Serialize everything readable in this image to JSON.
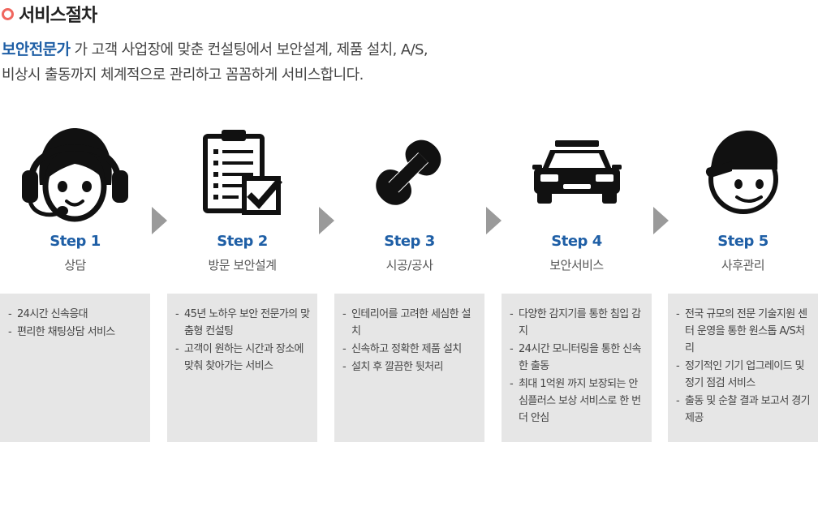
{
  "header": {
    "title": "서비스절차"
  },
  "intro": {
    "brand": "보안전문가",
    "line1_rest": " 가 고객 사업장에 맞춘 컨설팅에서 보안설계, 제품 설치, A/S,",
    "line2": "비상시 출동까지 체계적으로 관리하고 꼼꼼하게 서비스합니다."
  },
  "colors": {
    "accent": "#1f5fa6",
    "title_dot": "#f0665e",
    "box_bg": "#e6e6e6",
    "arrow": "#9a9a9a"
  },
  "steps": [
    {
      "no": "Step 1",
      "name": "상담",
      "icon": "headset-operator-icon",
      "items": [
        "24시간 신속응대",
        "편리한 채팅상담 서비스"
      ]
    },
    {
      "no": "Step 2",
      "name": "방문 보안설계",
      "icon": "checklist-clipboard-icon",
      "items": [
        "45년 노하우 보안 전문가의 맞춤형 컨설팅",
        "고객이 원하는 시간과 장소에 맞춰 찾아가는 서비스"
      ]
    },
    {
      "no": "Step 3",
      "name": "시공/공사",
      "icon": "wrench-icon",
      "items": [
        "인테리어를 고려한 세심한 설치",
        "신속하고 정확한 제품 설치",
        "설치 후 깔끔한 뒷처리"
      ]
    },
    {
      "no": "Step 4",
      "name": "보안서비스",
      "icon": "patrol-car-icon",
      "items": [
        "다양한 감지기를 통한 침입 감지",
        "24시간 모니터링을 통한 신속한 출동",
        "최대 1억원 까지 보장되는 안심플러스 보상 서비스로 한 번 더 안심"
      ]
    },
    {
      "no": "Step 5",
      "name": "사후관리",
      "icon": "technician-cap-icon",
      "items": [
        "전국 규모의 전문 기술지원 센터 운영을 통한 원스톱 A/S처리",
        "정기적인 기기 업그레이드 및 정기 점검 서비스",
        "출동 및 순찰 결과 보고서 경기 제공"
      ]
    }
  ]
}
